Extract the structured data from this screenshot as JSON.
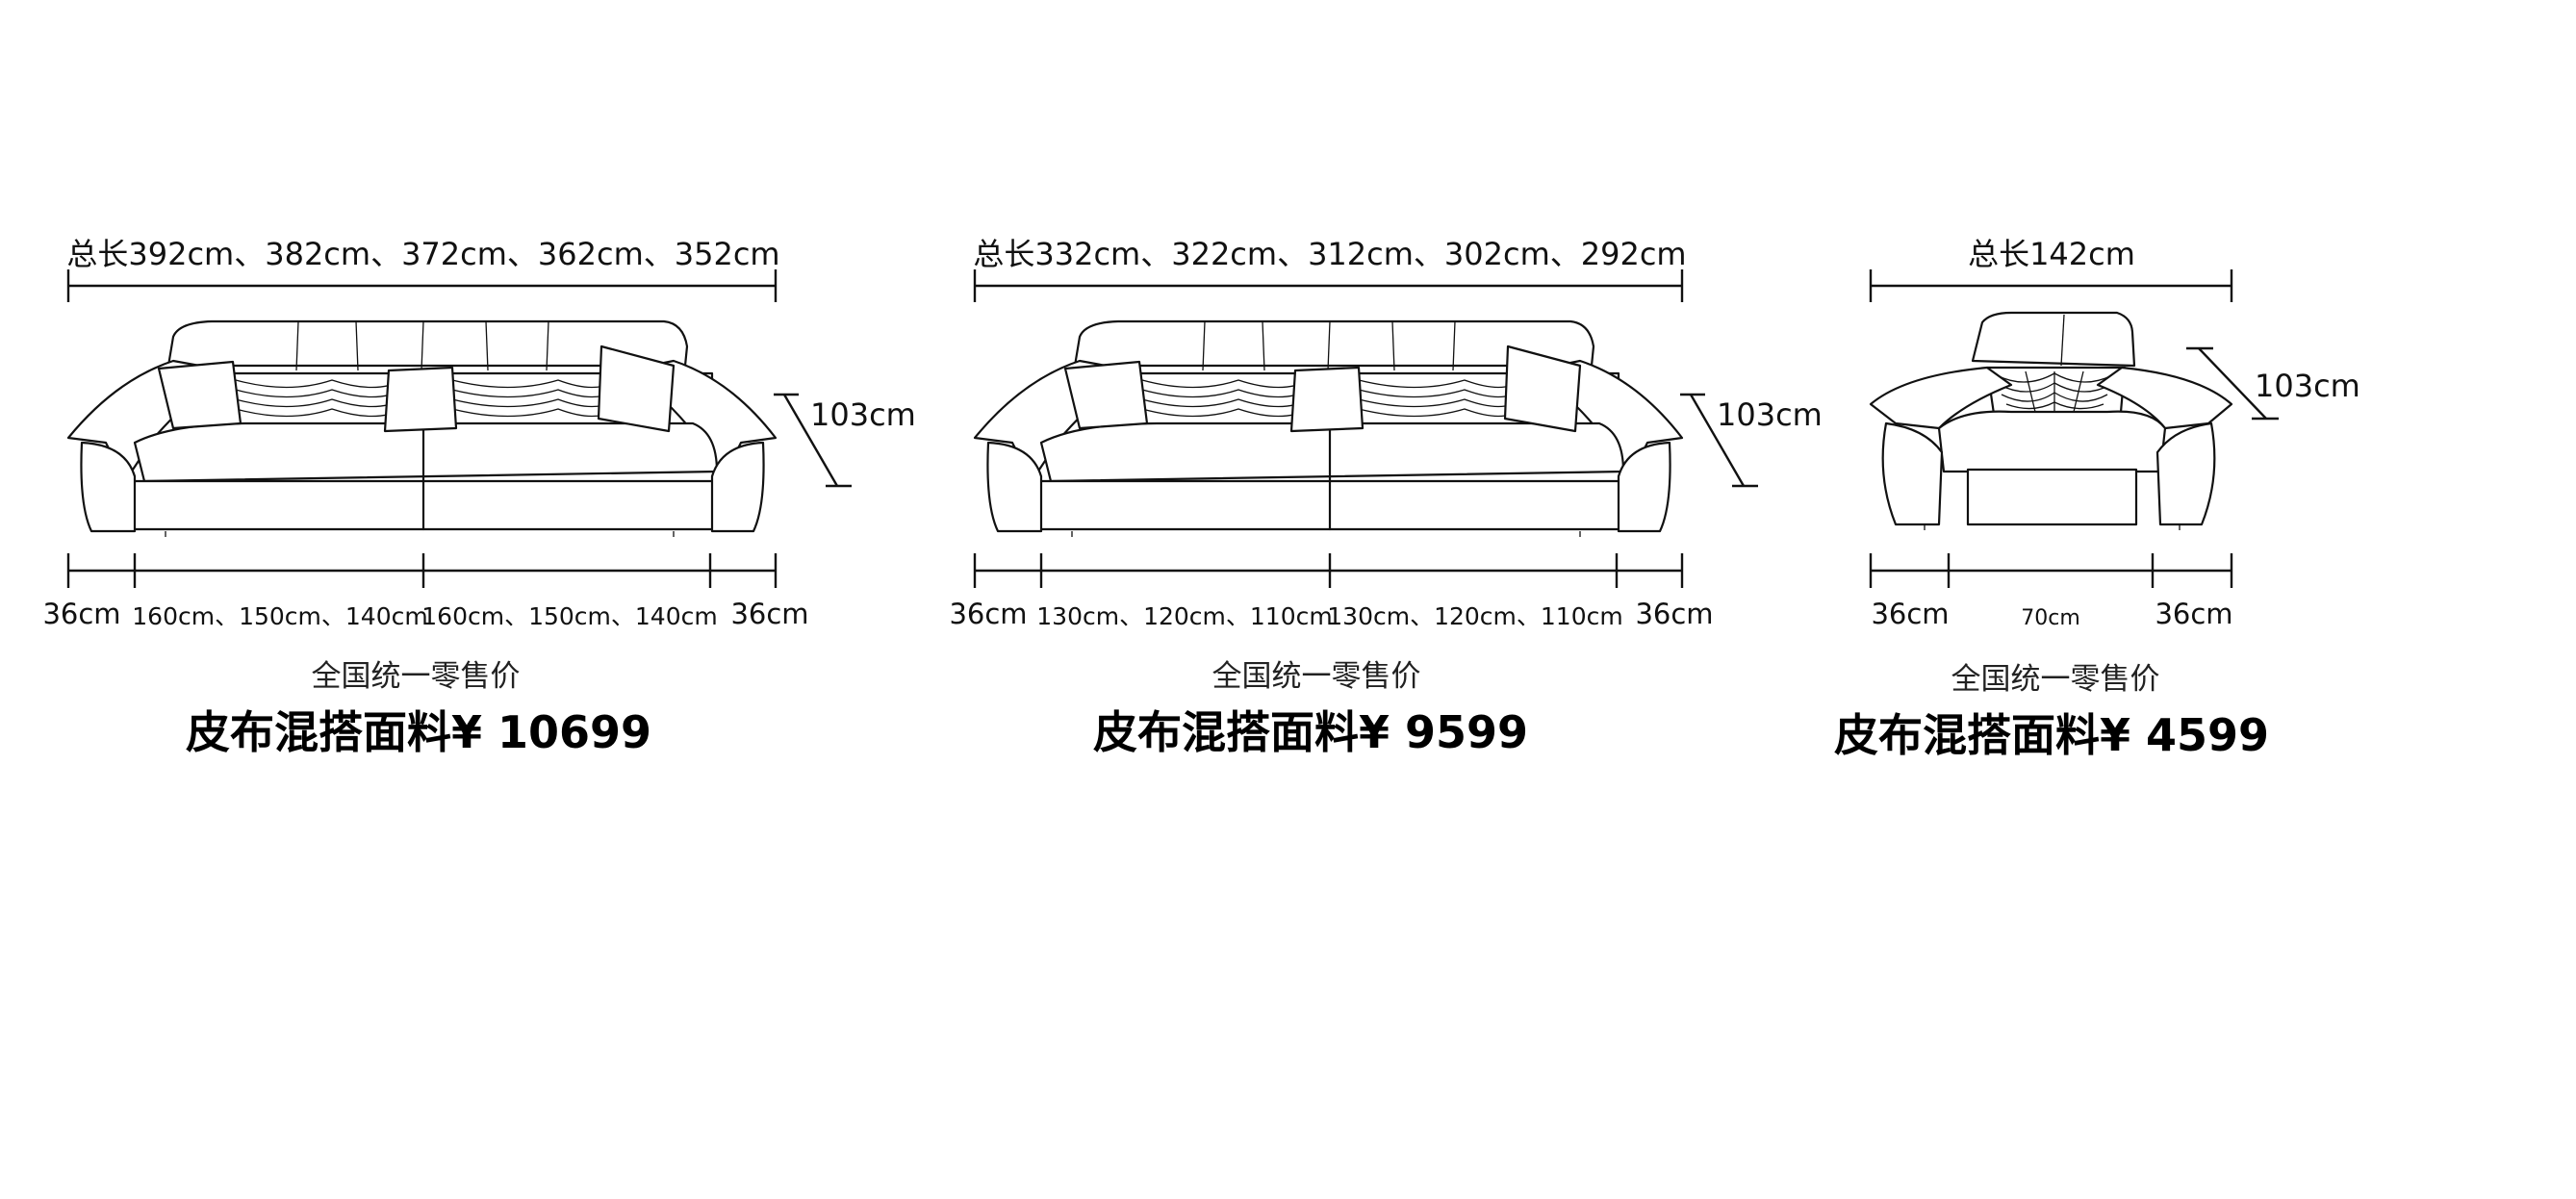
{
  "products": [
    {
      "total_label": "总长392cm、382cm、372cm、362cm、352cm",
      "height_label": "103cm",
      "segments": [
        "36cm",
        "160cm、150cm、140cm",
        "160cm、150cm、140cm",
        "36cm"
      ],
      "retail_label": "全国统一零售价",
      "price_label": "皮布混搭面料¥ 10699"
    },
    {
      "total_label": "总长332cm、322cm、312cm、302cm、292cm",
      "height_label": "103cm",
      "segments": [
        "36cm",
        "130cm、120cm、110cm",
        "130cm、120cm、110cm",
        "36cm"
      ],
      "retail_label": "全国统一零售价",
      "price_label": "皮布混搭面料¥ 9599"
    },
    {
      "total_label": "总长142cm",
      "height_label": "103cm",
      "segments": [
        "36cm",
        "70cm",
        "36cm"
      ],
      "retail_label": "全国统一零售价",
      "price_label": "皮布混搭面料¥ 4599"
    }
  ]
}
